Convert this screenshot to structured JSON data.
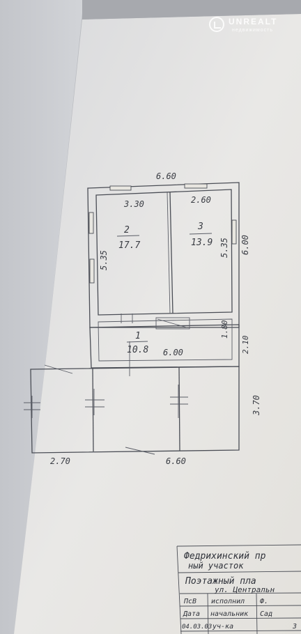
{
  "watermark": {
    "brand": "UNREALT",
    "sub": "недвижимость"
  },
  "plan": {
    "top_total": "6.60",
    "room2_width": "3.30",
    "room3_width": "2.60",
    "left_depth": "5.35",
    "right_depth_inner": "5.35",
    "right_depth_outer": "6.00",
    "room2_num": "2",
    "room2_area": "17.7",
    "room3_num": "3",
    "room3_area": "13.9",
    "room1_num": "1",
    "room1_area": "10.8",
    "room1_width": "6.00",
    "room1_depth": "1.80",
    "room1_depth_outer": "2.10",
    "annex_depth": "3.70",
    "annex_left_width": "2.70",
    "annex_total_width": "6.60"
  },
  "stamp": {
    "line1": "Федрихинский пр",
    "line2": "ный участок",
    "line3": "Поэтажный пла",
    "line4": "ул. Центральн",
    "row1": [
      "ПсВ",
      "исполнил",
      "Ф."
    ],
    "row2": [
      "Дата",
      "начальник",
      "Сад"
    ],
    "row3": [
      "04.03.03",
      "уч-ка",
      "3"
    ]
  }
}
